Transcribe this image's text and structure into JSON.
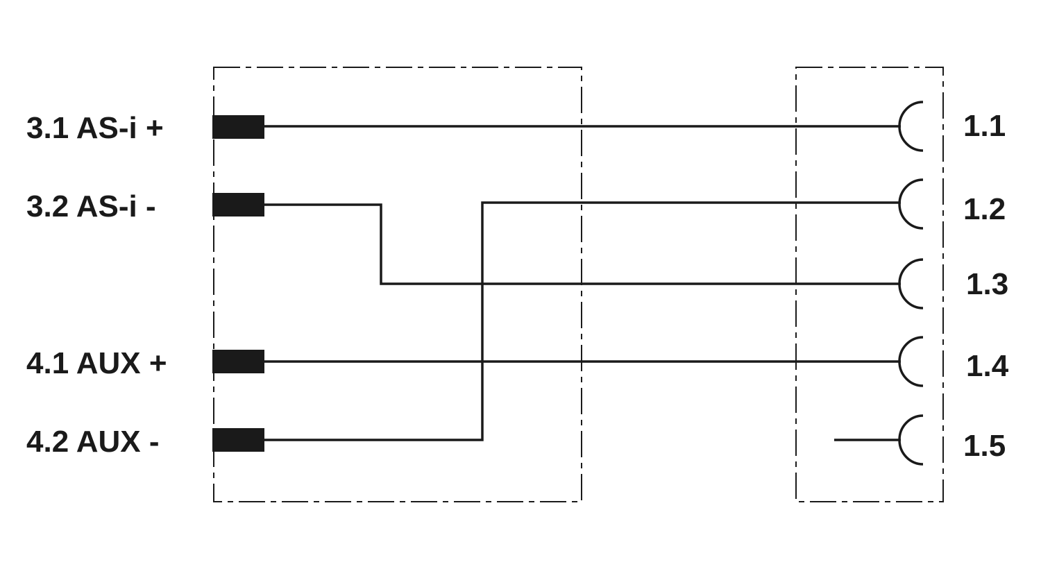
{
  "left_connector": {
    "pins": [
      {
        "id": "3.1",
        "label": "3.1 AS-i +"
      },
      {
        "id": "3.2",
        "label": "3.2 AS-i -"
      },
      {
        "id": "4.1",
        "label": "4.1 AUX +"
      },
      {
        "id": "4.2",
        "label": "4.2 AUX -"
      }
    ]
  },
  "right_connector": {
    "sockets": [
      {
        "id": "1.1",
        "label": "1.1"
      },
      {
        "id": "1.2",
        "label": "1.2"
      },
      {
        "id": "1.3",
        "label": "1.3"
      },
      {
        "id": "1.4",
        "label": "1.4"
      },
      {
        "id": "1.5",
        "label": "1.5"
      }
    ]
  },
  "connections": [
    {
      "from": "3.1",
      "to": "1.1"
    },
    {
      "from": "3.2",
      "to": "1.3"
    },
    {
      "from": "4.1",
      "to": "1.4"
    },
    {
      "from": "4.2",
      "to": "1.2"
    },
    {
      "from": null,
      "to": "1.5"
    }
  ],
  "colors": {
    "ink": "#1a1a1a",
    "background": "#ffffff"
  }
}
